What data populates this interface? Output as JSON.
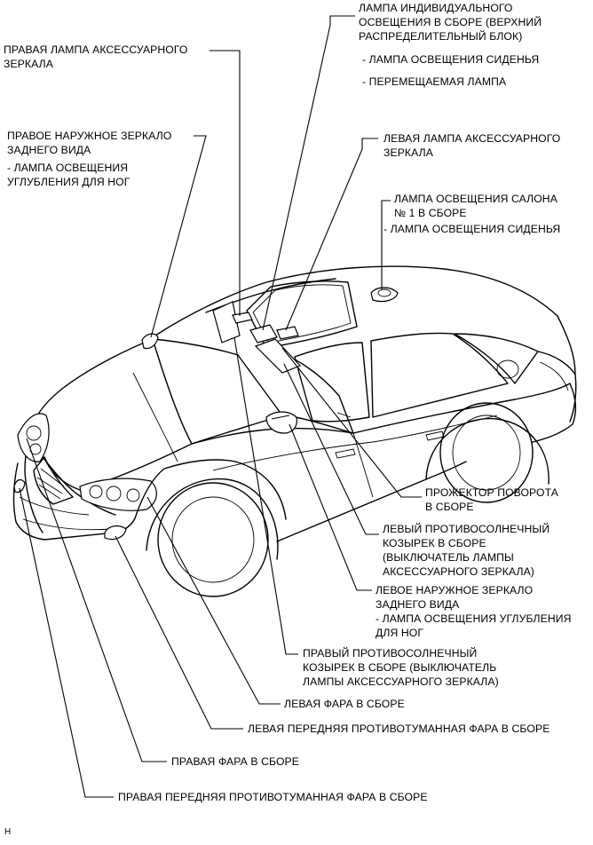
{
  "labels": {
    "individual_lamp": {
      "lines": [
        "ЛАМПА ИНДИВИДУАЛЬНОГО",
        "ОСВЕЩЕНИЯ В СБОРЕ (ВЕРХНИЙ",
        "РАСПРЕДЕЛИТЕЛЬНЫЙ БЛОК)"
      ],
      "subs": [
        "- ЛАМПА ОСВЕЩЕНИЯ СИДЕНЬЯ",
        "- ПЕРЕМЕЩАЕМАЯ ЛАМПА"
      ]
    },
    "right_vanity_lamp": {
      "lines": [
        "ПРАВАЯ ЛАМПА АКСЕССУАРНОГО",
        "ЗЕРКАЛА"
      ]
    },
    "right_outer_mirror": {
      "lines": [
        "ПРАВОЕ НАРУЖНОЕ ЗЕРКАЛО",
        "ЗАДНЕГО ВИДА"
      ],
      "subs": [
        "- ЛАМПА ОСВЕЩЕНИЯ",
        "УГЛУБЛЕНИЯ ДЛЯ НОГ"
      ]
    },
    "left_vanity_lamp": {
      "lines": [
        "ЛЕВАЯ ЛАМПА АКСЕССУАРНОГО",
        "ЗЕРКАЛА"
      ]
    },
    "room_lamp": {
      "lines": [
        "ЛАМПА ОСВЕЩЕНИЯ САЛОНА",
        "№ 1 В СБОРЕ"
      ],
      "subs": [
        "- ЛАМПА ОСВЕЩЕНИЯ СИДЕНЬЯ"
      ]
    },
    "turn_signal": {
      "lines": [
        "ПРОЖЕКТОР ПОВОРОТА",
        "В СБОРЕ"
      ]
    },
    "left_visor": {
      "lines": [
        "ЛЕВЫЙ ПРОТИВОСОЛНЕЧНЫЙ",
        "КОЗЫРЕК В СБОРЕ",
        "(ВЫКЛЮЧАТЕЛЬ ЛАМПЫ",
        "АКСЕССУАРНОГО ЗЕРКАЛА)"
      ]
    },
    "left_outer_mirror": {
      "lines": [
        "ЛЕВОЕ НАРУЖНОЕ ЗЕРКАЛО",
        "ЗАДНЕГО ВИДА",
        "- ЛАМПА ОСВЕЩЕНИЯ УГЛУБЛЕНИЯ",
        "ДЛЯ НОГ"
      ]
    },
    "right_visor": {
      "lines": [
        "ПРАВЫЙ ПРОТИВОСОЛНЕЧНЫЙ",
        "КОЗЫРЕК В СБОРЕ (ВЫКЛЮЧАТЕЛЬ",
        "ЛАМПЫ АКСЕССУАРНОГО ЗЕРКАЛА)"
      ]
    },
    "left_headlamp": {
      "lines": [
        "ЛЕВАЯ ФАРА В СБОРЕ"
      ]
    },
    "left_fog": {
      "lines": [
        "ЛЕВАЯ ПЕРЕДНЯЯ ПРОТИВОТУМАННАЯ ФАРА В СБОРЕ"
      ]
    },
    "right_headlamp": {
      "lines": [
        "ПРАВАЯ ФАРА В СБОРЕ"
      ]
    },
    "right_fog": {
      "lines": [
        "ПРАВАЯ ПЕРЕДНЯЯ ПРОТИВОТУМАННАЯ ФАРА В СБОРЕ"
      ]
    }
  },
  "figure_code": "H"
}
